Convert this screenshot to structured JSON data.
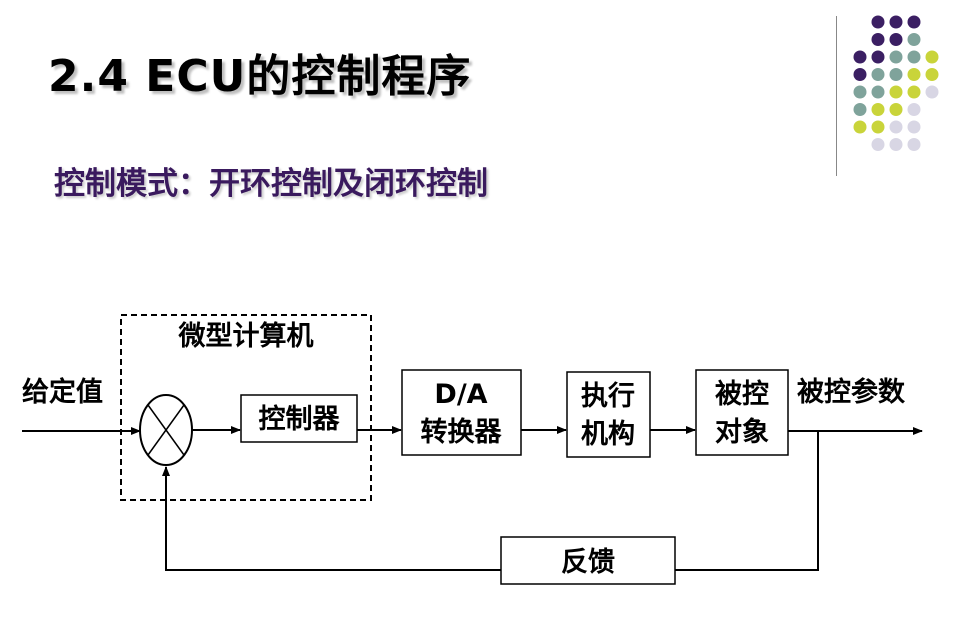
{
  "title": "2.4 ECU的控制程序",
  "subtitle": "控制模式：开环控制及闭环控制",
  "colors": {
    "purple": "#3b1f63",
    "teal": "#7fa39b",
    "lime": "#c9d43a",
    "lavender": "#d8d6e4",
    "subtitle": "#3a1a5e"
  },
  "diagram": {
    "group_label": "微型计算机",
    "input_label": "给定值",
    "output_label": "被控参数",
    "blocks": {
      "controller": "控制器",
      "da_line1": "D/A",
      "da_line2": "转换器",
      "actuator_line1": "执行",
      "actuator_line2": "机构",
      "plant_line1": "被控",
      "plant_line2": "对象",
      "feedback": "反馈"
    }
  }
}
